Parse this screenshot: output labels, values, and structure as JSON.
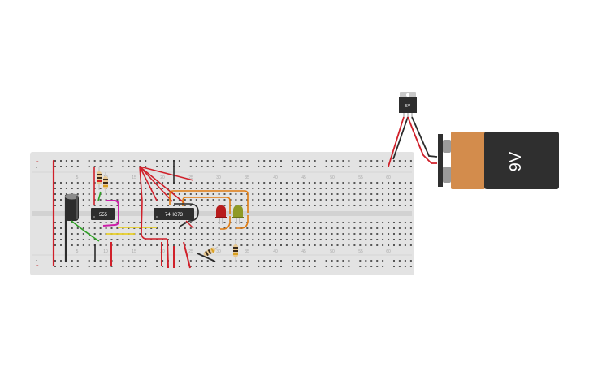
{
  "breadboard": {
    "column_labels": [
      "5",
      "10",
      "15",
      "20",
      "25",
      "30",
      "35",
      "40",
      "45",
      "50",
      "55",
      "60"
    ],
    "power_rail_plus": "+",
    "power_rail_minus": "-"
  },
  "components": {
    "timer_chip_label": "555",
    "counter_chip_label": "74HC73",
    "regulator_label": "5V",
    "battery_label": "9V"
  },
  "colors": {
    "breadboard": "#e3e3e3",
    "wire_red": "#d0202a",
    "wire_black": "#2b2b2b",
    "wire_orange": "#e07b10",
    "wire_magenta": "#cc1fa8",
    "wire_green": "#2ea024",
    "wire_yellow": "#e8cf2a",
    "battery_body": "#d38c4c",
    "battery_cap": "#2f2f2f"
  }
}
